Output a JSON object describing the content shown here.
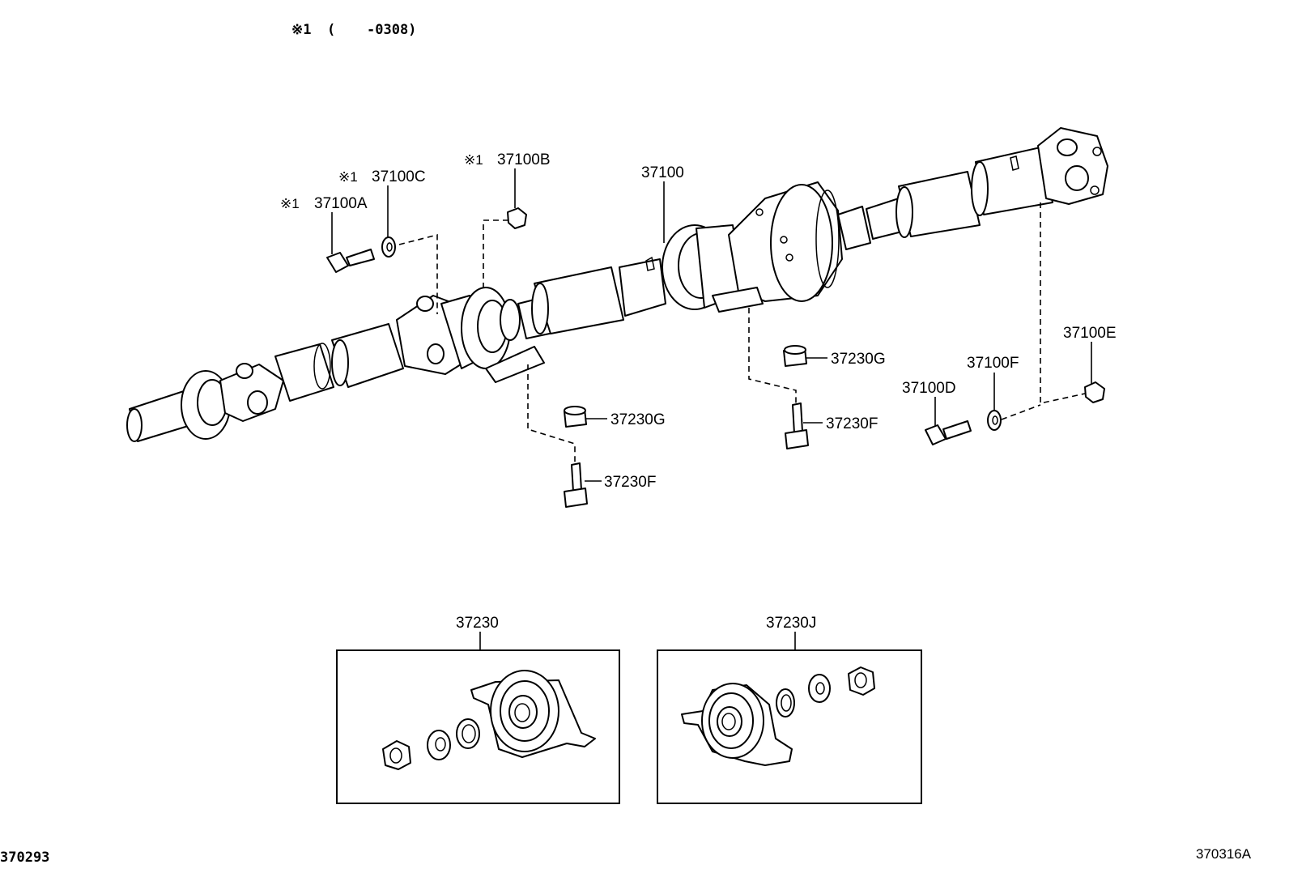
{
  "header_note": {
    "mark": "※1",
    "paren_open": "(",
    "range": "-0308)"
  },
  "callouts": {
    "p37100": "37100",
    "p37100A": "37100A",
    "p37100B": "37100B",
    "p37100C": "37100C",
    "p37100D": "37100D",
    "p37100E": "37100E",
    "p37100F": "37100F",
    "p37230G_left": "37230G",
    "p37230F_left": "37230F",
    "p37230G_right": "37230G",
    "p37230F_right": "37230F",
    "p37230": "37230",
    "p37230J": "37230J"
  },
  "asterisk_mark": "※1",
  "footer": {
    "left_code": "370293",
    "right_code": "370316A"
  },
  "colors": {
    "line": "#000000",
    "background": "#ffffff"
  }
}
